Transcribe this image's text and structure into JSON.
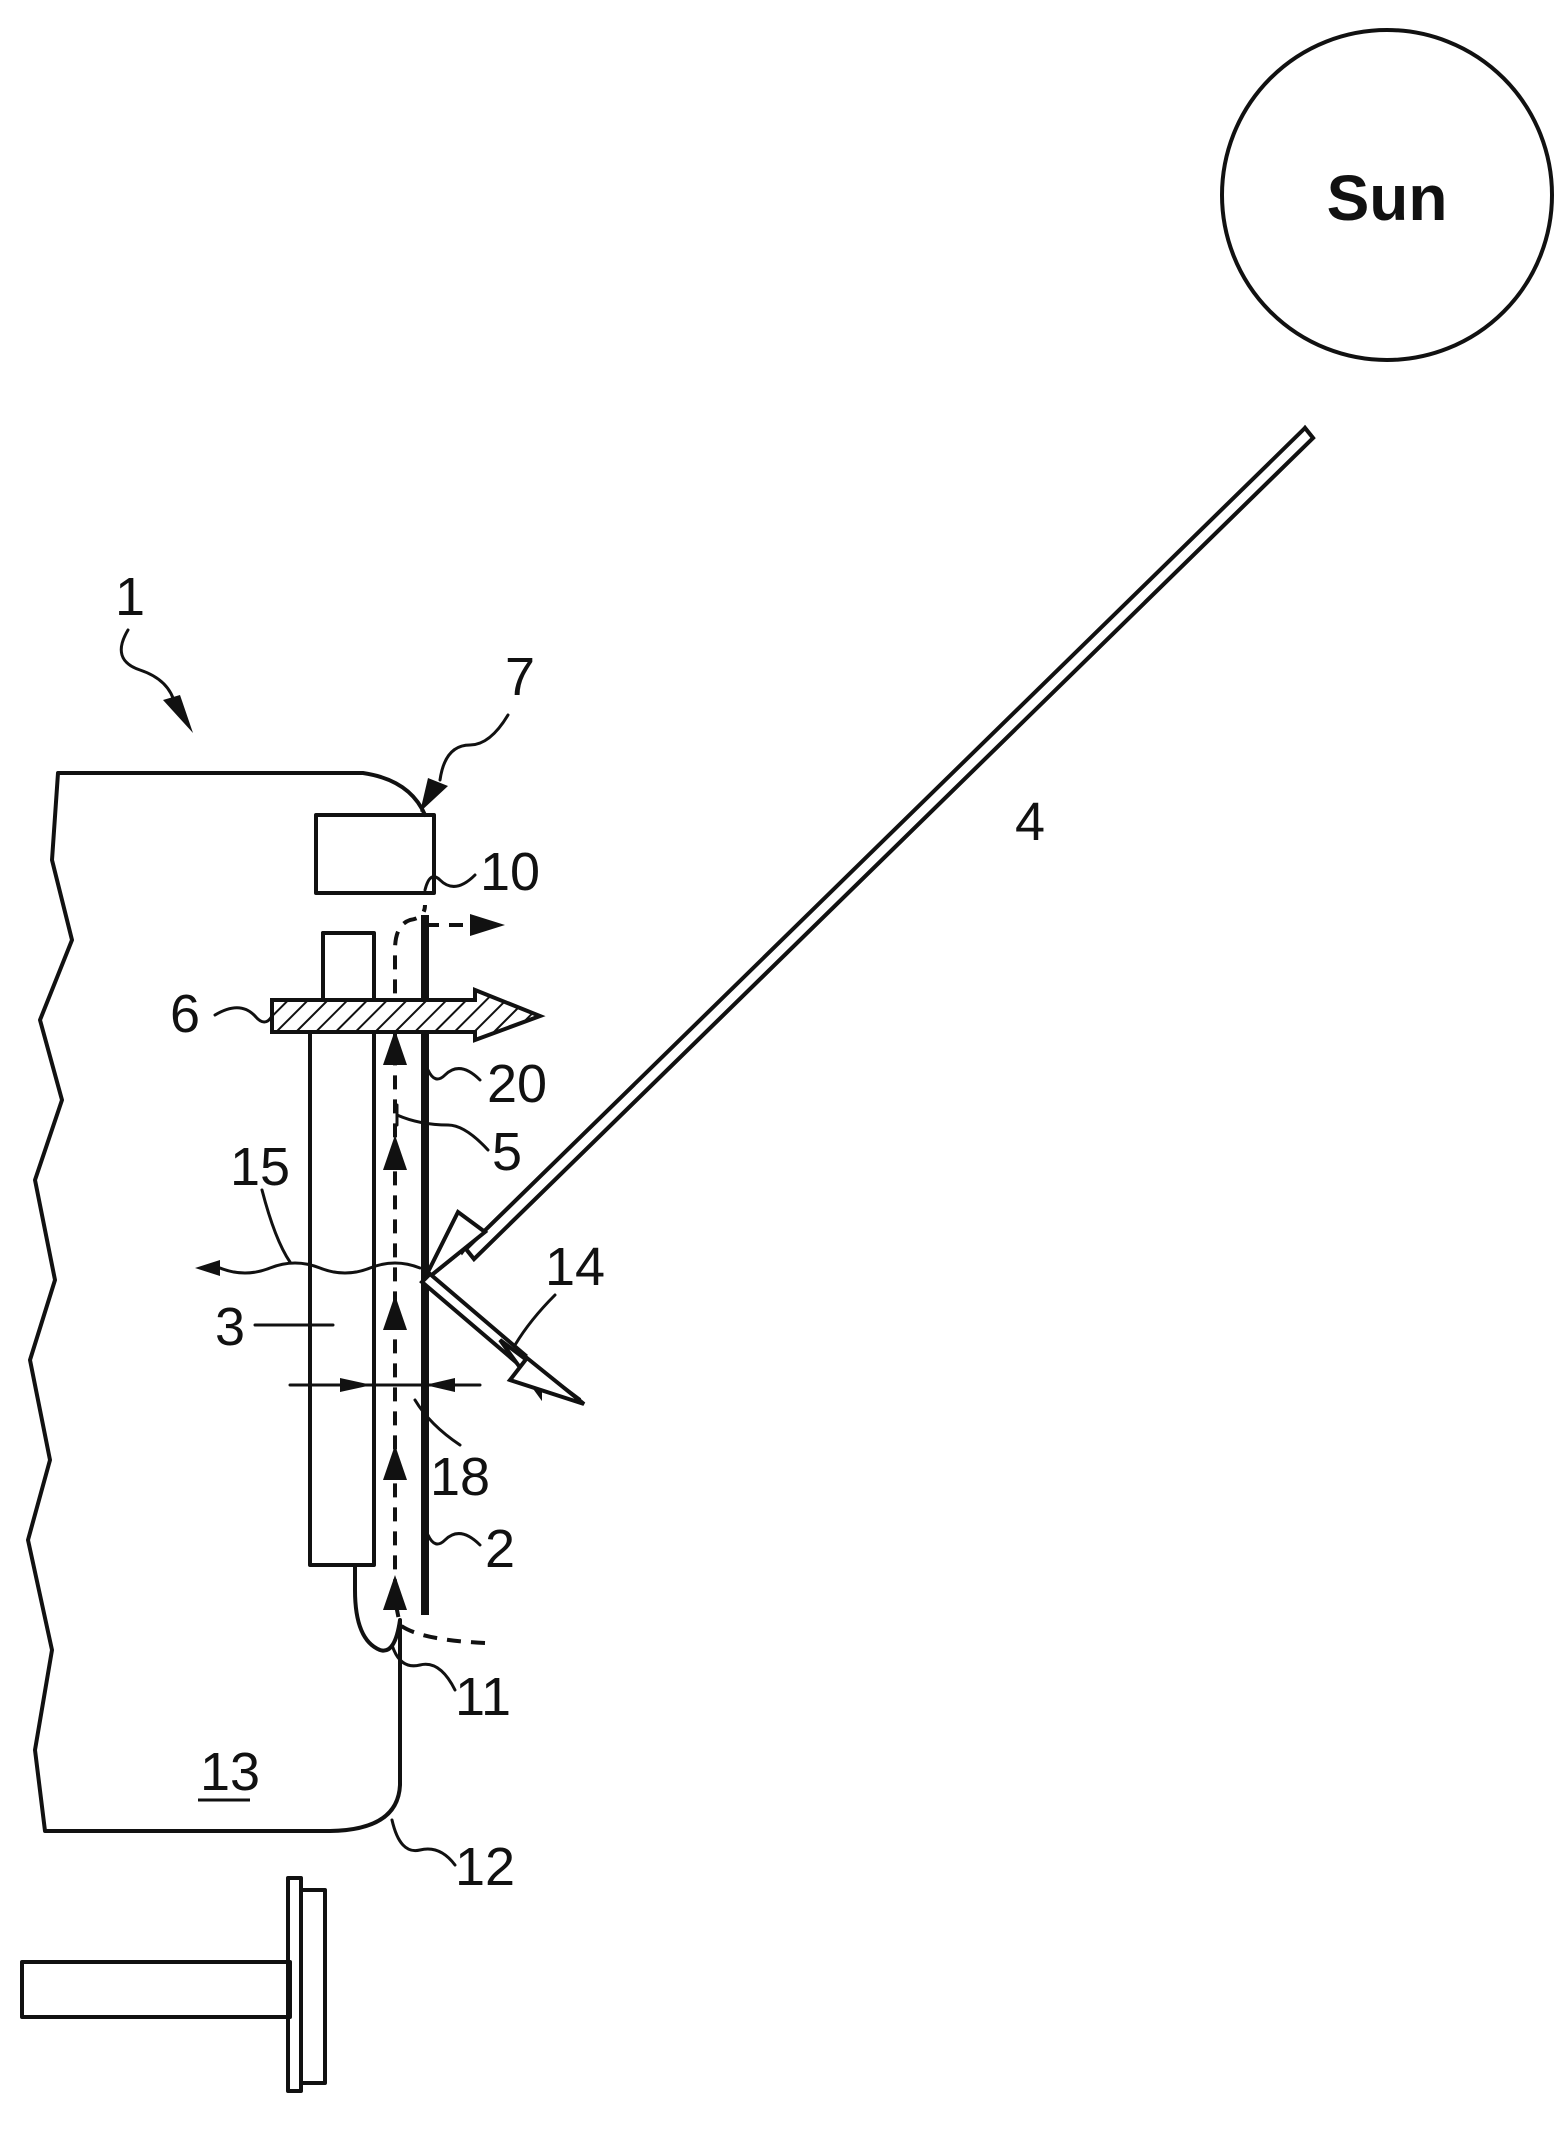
{
  "sun_label": "Sun",
  "labels": {
    "n1": "1",
    "n2": "2",
    "n3": "3",
    "n4": "4",
    "n5": "5",
    "n6": "6",
    "n7": "7",
    "n10": "10",
    "n11": "11",
    "n12": "12",
    "n13": "13",
    "n14": "14",
    "n15": "15",
    "n18": "18",
    "n20": "20"
  }
}
